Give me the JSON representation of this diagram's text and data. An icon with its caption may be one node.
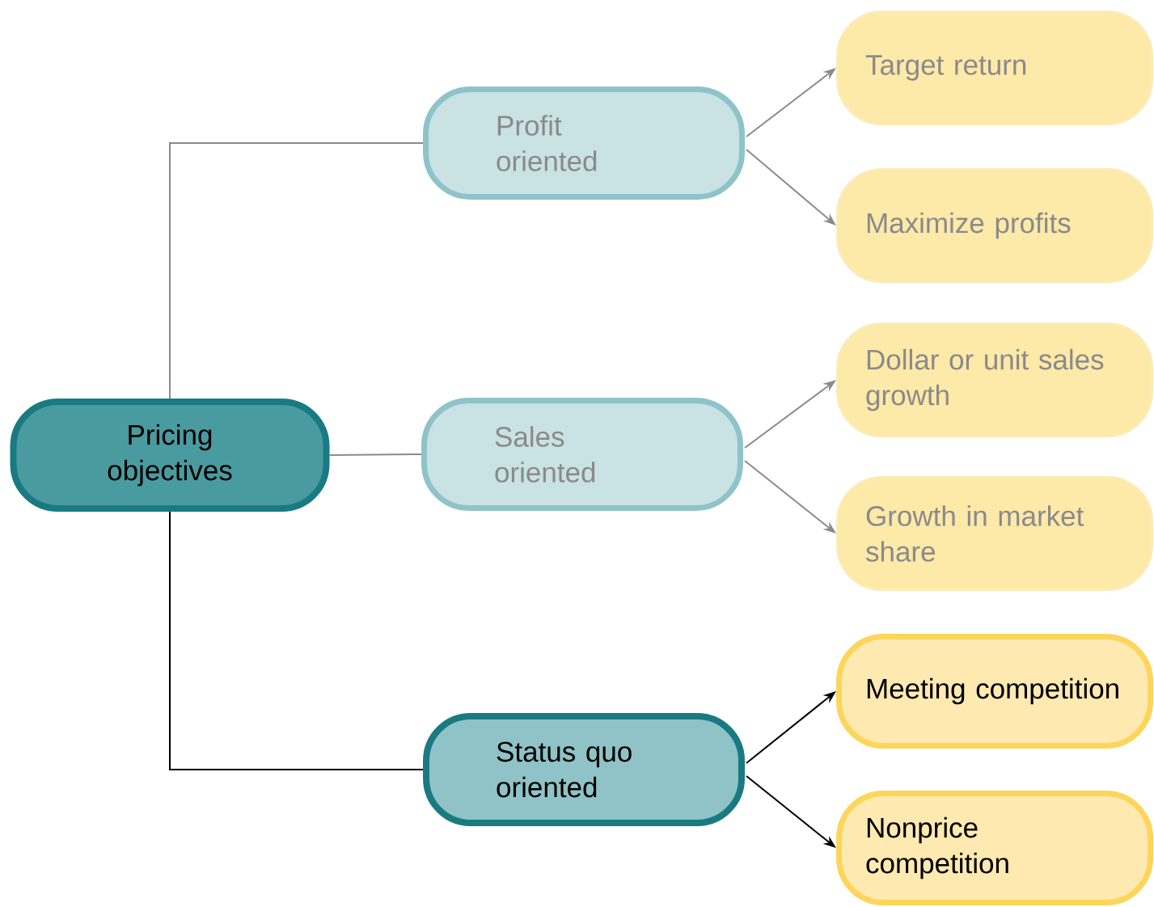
{
  "diagram": {
    "nodes": [
      {
        "text": [
          "Pricing objectives"
        ]
      },
      {
        "text": [
          "Profit oriented"
        ]
      },
      {
        "text": [
          "Sales oriented"
        ]
      },
      {
        "text": [
          "Status quo oriented"
        ]
      },
      {
        "text": [
          "Target return"
        ]
      },
      {
        "text": [
          "Maximize profits"
        ]
      },
      {
        "text": [
          "Dollar or unit sales growth"
        ]
      },
      {
        "text": [
          "Growth in market share"
        ]
      },
      {
        "text": [
          "Meeting competition"
        ]
      },
      {
        "text": [
          "Nonprice competition"
        ]
      }
    ],
    "edges": [
      {
        "from": 0,
        "to": 1,
        "arrow": "none"
      },
      {
        "from": 0,
        "to": 2,
        "arrow": "none"
      },
      {
        "from": 0,
        "to": 3,
        "arrow": "none",
        "color": "#000000"
      },
      {
        "from": 1,
        "to": 4,
        "arrow": "to"
      },
      {
        "from": 1,
        "to": 5,
        "arrow": "to"
      },
      {
        "from": 2,
        "to": 6,
        "arrow": "to"
      },
      {
        "from": 2,
        "to": 7,
        "arrow": "to"
      },
      {
        "from": 3,
        "to": 8,
        "arrow": "to",
        "color": "#000000"
      },
      {
        "from": 3,
        "to": 9,
        "arrow": "to",
        "color": "#000000"
      }
    ]
  }
}
